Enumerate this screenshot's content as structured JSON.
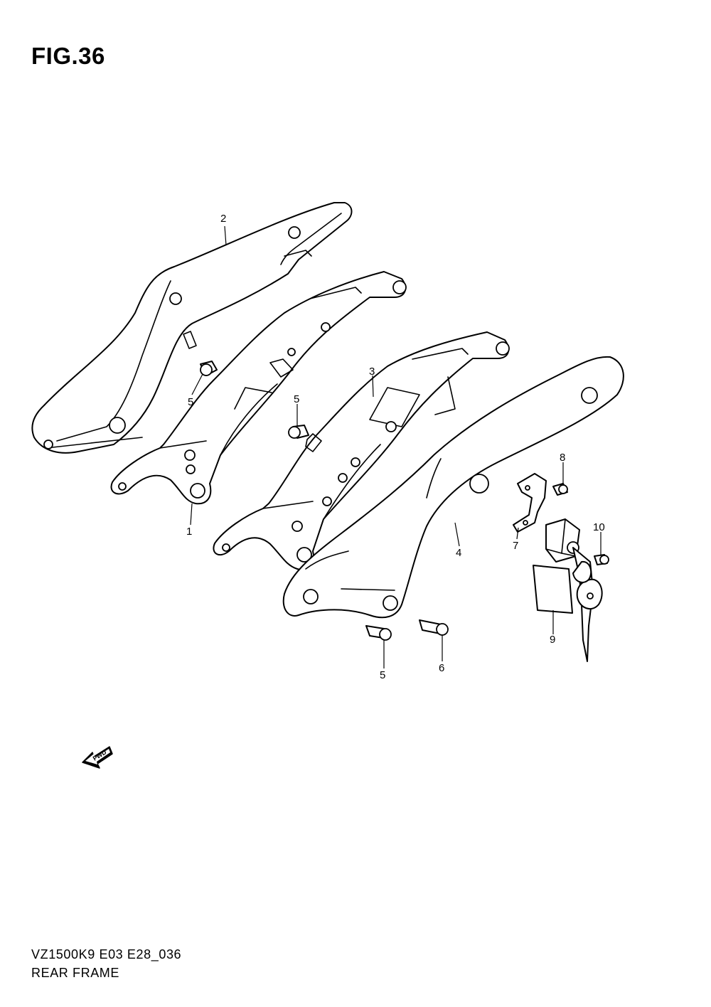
{
  "figure": {
    "title": "FIG.36"
  },
  "footer": {
    "model_code": "VZ1500K9 E03 E28_036",
    "section_name": "REAR FRAME"
  },
  "fwd_label": "FWD",
  "callouts": [
    "2",
    "5",
    "1",
    "3",
    "5",
    "4",
    "8",
    "10",
    "7",
    "9",
    "5",
    "6"
  ]
}
